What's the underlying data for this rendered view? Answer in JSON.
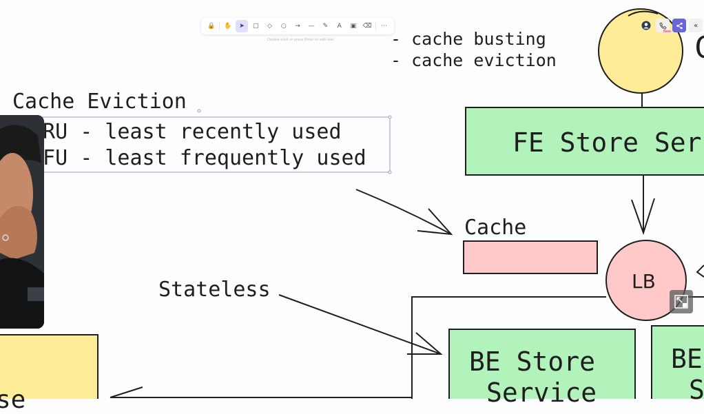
{
  "toolbar": {
    "tools": [
      {
        "name": "lock-icon",
        "glyph": "🔒"
      },
      {
        "name": "hand-icon",
        "glyph": "✋"
      },
      {
        "name": "select-icon",
        "glyph": "➤"
      },
      {
        "name": "rectangle-icon",
        "glyph": "▢"
      },
      {
        "name": "diamond-icon",
        "glyph": "◇"
      },
      {
        "name": "ellipse-icon",
        "glyph": "○"
      },
      {
        "name": "arrow-icon",
        "glyph": "→"
      },
      {
        "name": "line-icon",
        "glyph": "—"
      },
      {
        "name": "pencil-icon",
        "glyph": "✎"
      },
      {
        "name": "text-icon",
        "glyph": "A"
      },
      {
        "name": "image-icon",
        "glyph": "▣"
      },
      {
        "name": "eraser-icon",
        "glyph": "⌫"
      },
      {
        "name": "more-tools-icon",
        "glyph": "⋯"
      }
    ],
    "active_tool": "select-icon",
    "hint": "Double-click or press Enter to edit text"
  },
  "top_right": {
    "avatar_icon": "user-avatar-icon",
    "call_icon": "phone-icon",
    "new_badge": "New",
    "share_icon": "share-icon",
    "collapse_icon": "chevron-double-left-icon"
  },
  "board": {
    "list_items": [
      "- cache busting",
      "- cache eviction"
    ],
    "cache_eviction_title": "Cache Eviction",
    "lru_line": "LRU - least recently used",
    "lfu_line": "LFU - least frequently used",
    "fe_store_label": "FE Store Ser",
    "cache_label": "Cache",
    "lb_label": "LB",
    "stateless_label": "Stateless",
    "be_store_label_1": "BE Store",
    "be_store_label_2": "Service",
    "be_store2_label_1": "BE",
    "be_store2_label_2": "S",
    "partial_top_right": "C",
    "partial_bottom_left": "se"
  },
  "colors": {
    "green_fill": "#b2f2bb",
    "pink_fill": "#ffc9c9",
    "yellow_fill": "#ffec99",
    "stroke": "#1e1e1e",
    "selection": "#9b9bd8",
    "accent": "#6965db"
  }
}
